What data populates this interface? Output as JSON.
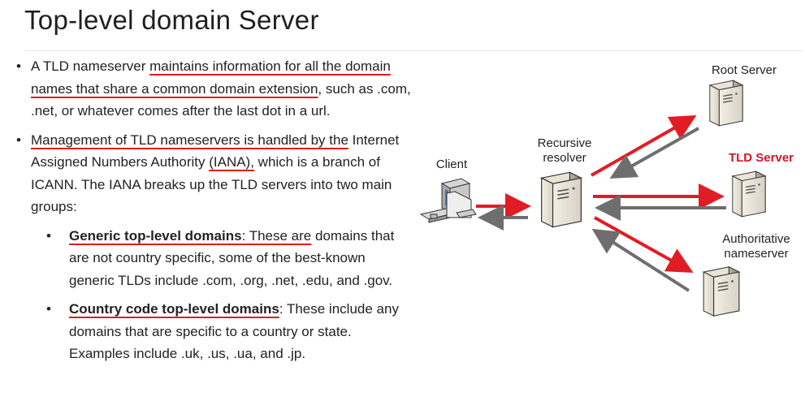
{
  "slide": {
    "title": "Top-level domain Server"
  },
  "bullets": [
    {
      "pre": "A TLD nameserver ",
      "highlight": "maintains information for all the domain names that share a common domain extension",
      "post": ", such as .com, .net, or whatever comes after the last dot in a url."
    },
    {
      "highlight": "Management of TLD nameservers is handled by the",
      "mid": " Internet Assigned Numbers Authority ",
      "highlight2": "(IANA),",
      "post": " which is a branch of ICANN. The IANA breaks up the TLD servers into two main groups:"
    }
  ],
  "sub_bullets": [
    {
      "term": "Generic top-level domains",
      "colon": ":",
      "highlight": " These are",
      "post": " domains that are not country specific, some of the best-known generic TLDs include .com, .org, .net, .edu, and .gov."
    },
    {
      "term": "Country code top-level domains",
      "colon": ":",
      "post": " These include any domains that are specific to a country or state. Examples include .uk, .us, .ua, and .jp."
    }
  ],
  "diagram": {
    "client_label": "Client",
    "resolver_label": "Recursive resolver",
    "root_label": "Root Server",
    "tld_label": "TLD Server",
    "auth_label": "Authoritative nameserver",
    "colors": {
      "request_arrow": "#e11c24",
      "response_arrow": "#6e6e6e",
      "tld_label": "#d3142a",
      "underline": "#e11c1c"
    }
  }
}
